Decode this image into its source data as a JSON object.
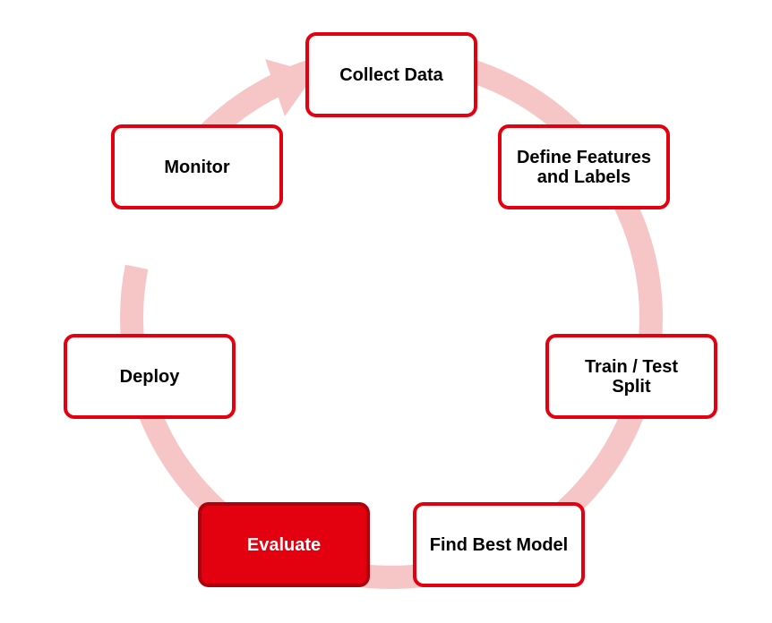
{
  "diagram": {
    "steps": [
      {
        "label": "Collect Data",
        "active": false
      },
      {
        "label": "Define Features\nand Labels",
        "active": false
      },
      {
        "label": "Train / Test\nSplit",
        "active": false
      },
      {
        "label": "Find Best Model",
        "active": false
      },
      {
        "label": "Evaluate",
        "active": true
      },
      {
        "label": "Deploy",
        "active": false
      },
      {
        "label": "Monitor",
        "active": false
      }
    ],
    "colors": {
      "box_border": "#e3000f",
      "active_fill": "#e3000f",
      "active_text": "#ffffff",
      "cycle_arrow": "#f6c6c7"
    }
  }
}
